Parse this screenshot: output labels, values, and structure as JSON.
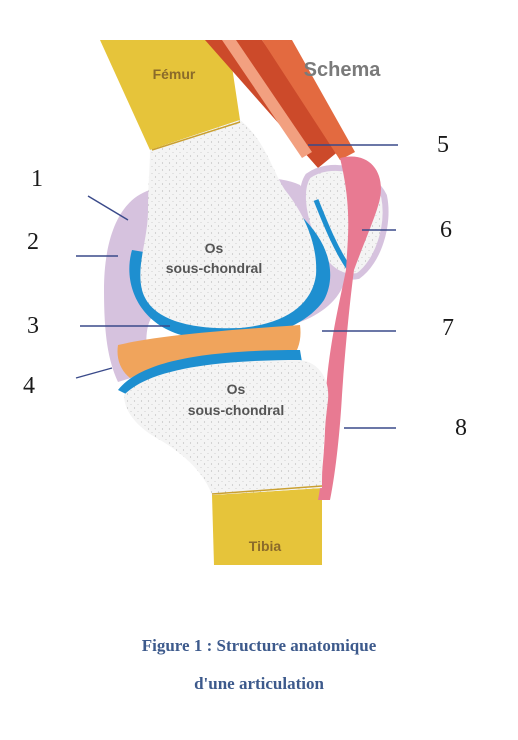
{
  "labels": {
    "femur": "Fémur",
    "tibia": "Tibia",
    "schema": "Schema",
    "os_upper_line1": "Os",
    "os_upper_line2": "sous-chondral",
    "os_lower_line1": "Os",
    "os_lower_line2": "sous-chondral"
  },
  "numbers": [
    "1",
    "2",
    "3",
    "4",
    "5",
    "6",
    "7",
    "8"
  ],
  "caption": {
    "line1": "Figure 1 : Structure anatomique",
    "line2": "d'une articulation"
  },
  "colors": {
    "bone_shaft": "#e6c43a",
    "cortical_line": "#caa030",
    "spongy_bone": "#f4f4f4",
    "cartilage": "#1e8fd0",
    "synovial_membrane": "#d6c2de",
    "meniscus": "#f0a45c",
    "ligament": "#e87a92",
    "muscle": "#cc4a2a",
    "leader_line": "#3a4a8a",
    "caption": "#3d5a8c"
  }
}
